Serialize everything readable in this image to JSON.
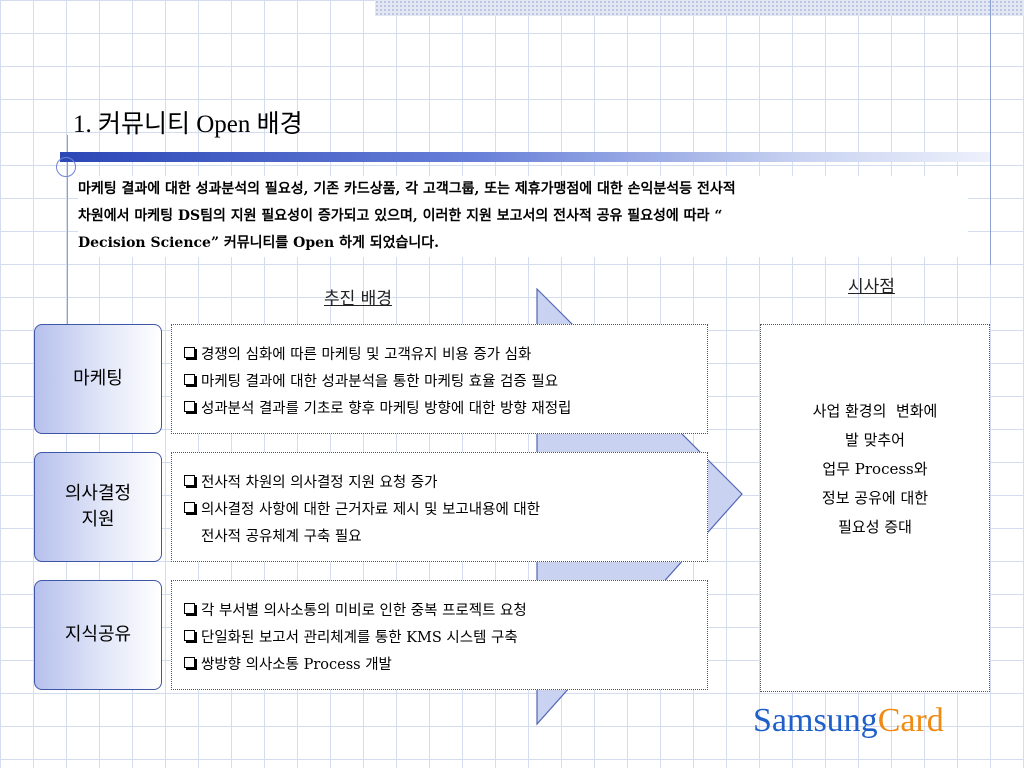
{
  "slide": {
    "title": "1. 커뮤니티 Open 배경",
    "intro_lines": [
      "마케팅 결과에 대한 성과분석의 필요성, 기존 카드상품, 각 고객그룹, 또는 제휴가맹점에 대한 손익분석등 전사적",
      "차원에서 마케팅 DS팀의 지원 필요성이 증가되고 있으며, 이러한 지원 보고서의 전사적 공유 필요성에 따라 “",
      "Decision Science” 커뮤니티를 Open 하게 되었습니다."
    ],
    "background_header": "추진 배경",
    "implications_header": "시사점",
    "categories": [
      {
        "label": "마케팅",
        "items": [
          "경쟁의 심화에 따른 마케팅 및 고객유지 비용 증가 심화",
          "마케팅 결과에 대한 성과분석을 통한 마케팅 효율 검증 필요",
          "성과분석 결과를 기초로 향후 마케팅 방향에 대한 방향 재정립"
        ]
      },
      {
        "label": "의사결정\n지원",
        "items": [
          "전사적 차원의 의사결정 지원 요청 증가",
          "의사결정 사항에 대한 근거자료 제시 및 보고내용에 대한"
        ],
        "continuation": "전사적 공유체계 구축 필요"
      },
      {
        "label": "지식공유",
        "items": [
          "각 부서별 의사소통의 미비로 인한 중복 프로젝트 요청",
          "단일화된 보고서 관리체계를 통한 KMS 시스템 구축",
          "쌍방향 의사소통 Process 개발"
        ]
      }
    ],
    "implication_lines": [
      "사업 환경의  변화에",
      "발 맞추어",
      "업무 Process와",
      "정보 공유에 대한",
      "필요성 증대"
    ]
  },
  "logo": {
    "part1": "Samsung",
    "part2": "Card"
  },
  "colors": {
    "title_bar": "#2b47b6",
    "grid": "#d4dcef",
    "arrow_fill": "#c9d2f0",
    "logo_blue": "#1f5fc8",
    "logo_orange": "#ef8a12"
  },
  "icons": {
    "bullet": "checkbox-bullet-icon",
    "process": "process-arrow"
  }
}
